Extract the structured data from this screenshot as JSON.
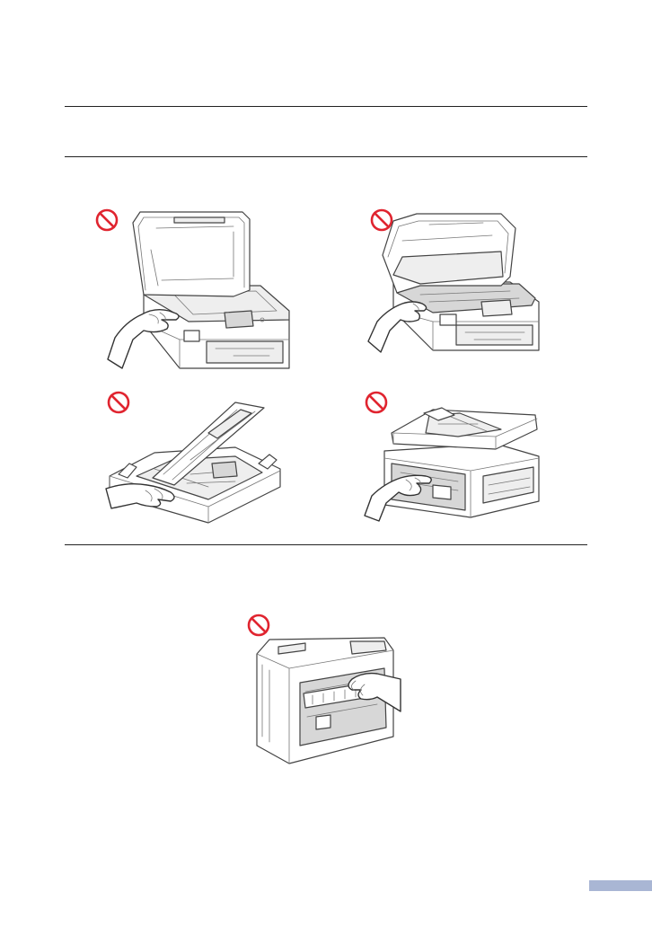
{
  "page": {
    "accent_color": "#a9b6d4",
    "prohibition_color": "#e0242f",
    "icons": [
      "prohibition-icon"
    ]
  },
  "illustrations": [
    {
      "name": "printer-scanner-cover-open",
      "prohibited": true
    },
    {
      "name": "printer-scanner-unit-open",
      "prohibited": true
    },
    {
      "name": "paper-tray-inside",
      "prohibited": true
    },
    {
      "name": "printer-front-jam-area",
      "prohibited": true
    },
    {
      "name": "printer-back-jam-area",
      "prohibited": true
    }
  ]
}
